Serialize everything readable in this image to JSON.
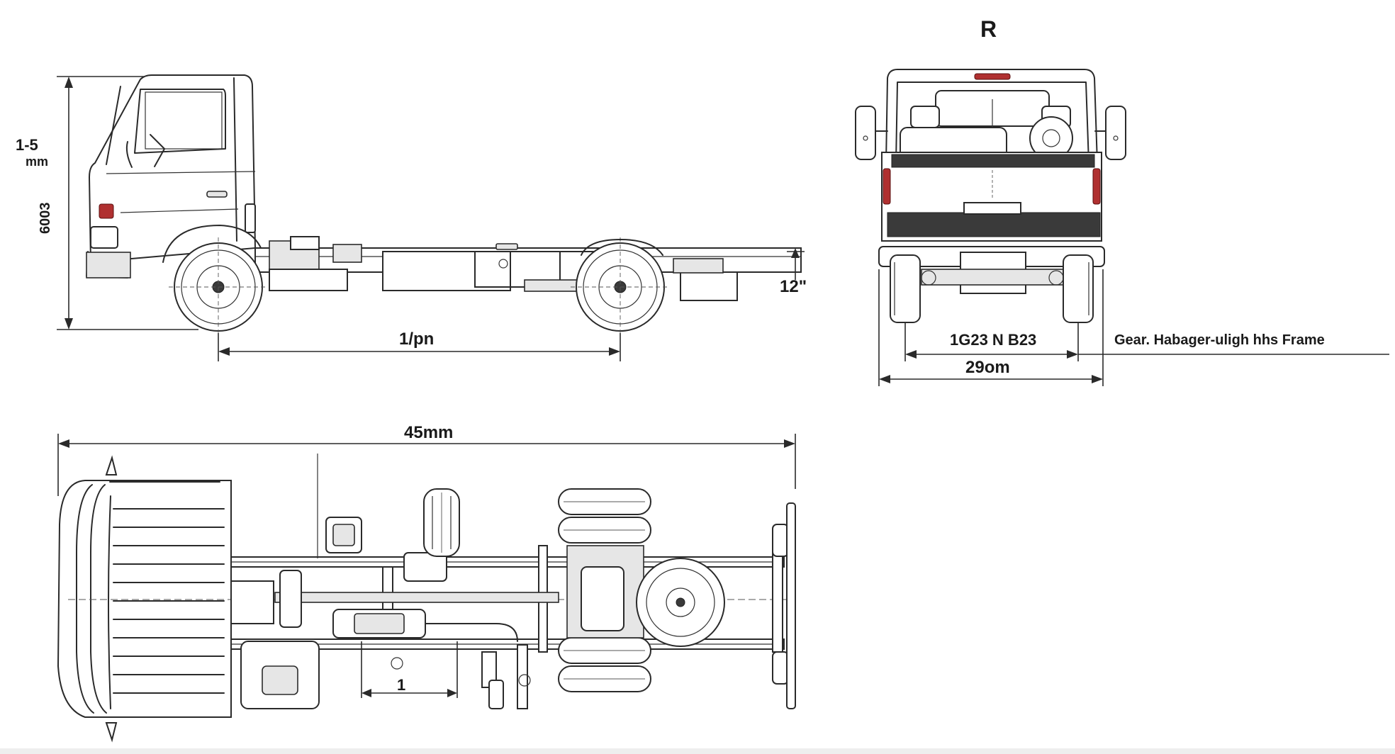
{
  "view_label_rear": "R",
  "side_view": {
    "height_label_top": "1-5",
    "height_label_unit": "mm",
    "height_label_value": "6003",
    "wheelbase_label": "1/pn",
    "frame_height_label": "12\""
  },
  "rear_view": {
    "track_label": "1G23 N B23",
    "width_label": "29om",
    "callout_label": "Gear. Habager-uligh hhs Frame"
  },
  "top_view": {
    "overall_length_label": "45mm",
    "small_dim_label": "1"
  },
  "colors": {
    "line": "#2a2a2a",
    "lamp_red": "#b03030",
    "background": "#ffffff"
  }
}
